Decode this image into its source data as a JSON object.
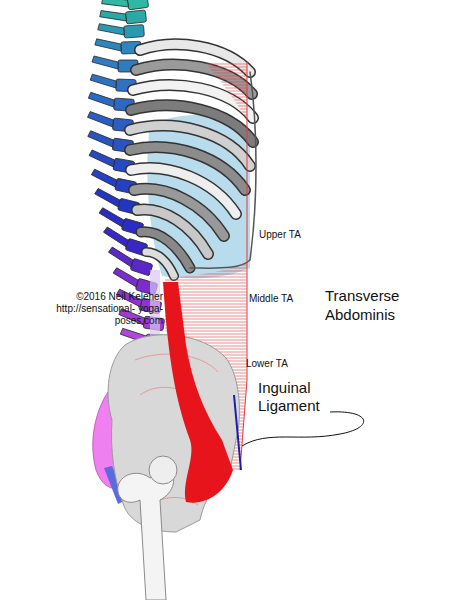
{
  "diagram": {
    "labels": [
      "Upper TA",
      "Middle TA",
      "Transverse Abdominis",
      "©2016 Neil Keleher http://sensational- yoga-poses.com",
      "Lower TA",
      "Inguinal Ligament"
    ]
  }
}
